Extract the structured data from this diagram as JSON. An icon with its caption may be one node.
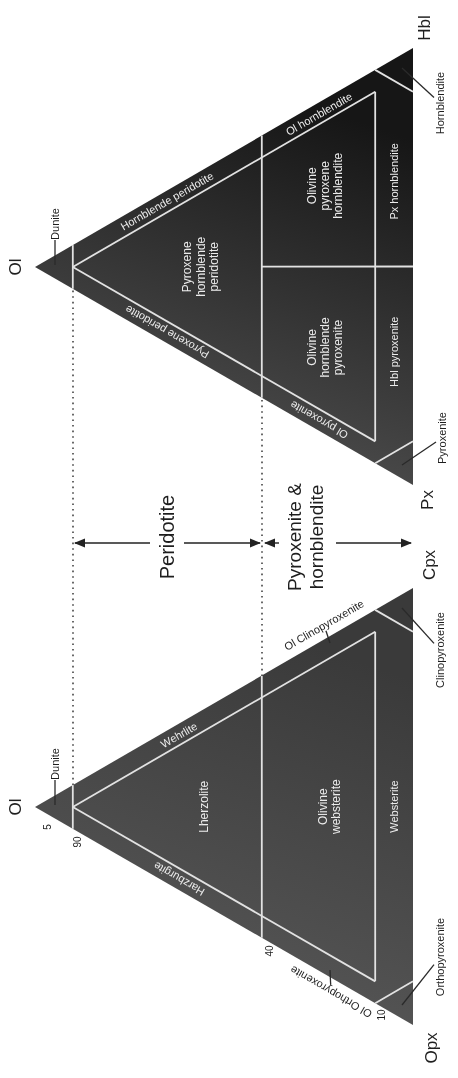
{
  "diagram": {
    "nodes": [
      {
        "text": [],
        "shape": "triangle"
      },
      {
        "text": [
          "Harzburgite"
        ],
        "in": 0
      },
      {
        "text": [
          "Wehrlite"
        ],
        "in": 0
      },
      {
        "text": [
          "Lherzolite"
        ],
        "in": 0
      },
      {
        "text": [
          "Olivine websterite"
        ],
        "in": 0
      },
      {
        "text": [
          "Websterite"
        ],
        "in": 0
      },
      {
        "text": [
          "Dunite"
        ]
      },
      {
        "text": [
          "Ol Orthopyroxenite"
        ]
      },
      {
        "text": [
          "Ol Clinopyroxenite"
        ]
      },
      {
        "text": [
          "Orthopyroxenite"
        ]
      },
      {
        "text": [
          "Clinopyroxenite"
        ]
      },
      {
        "text": [],
        "shape": "triangle"
      },
      {
        "text": [
          "Hornblende peridotite"
        ],
        "in": 11
      },
      {
        "text": [
          "Ol hornblendite"
        ],
        "in": 11
      },
      {
        "text": [
          "Pyroxene peridotite"
        ],
        "in": 11
      },
      {
        "text": [
          "Ol pyroxenite"
        ],
        "in": 11
      },
      {
        "text": [
          "Pyroxene hornblende peridotite"
        ],
        "in": 11
      },
      {
        "text": [
          "Olivine pyroxene hornblendite"
        ],
        "in": 11
      },
      {
        "text": [
          "Olivine hornblende pyroxenite"
        ],
        "in": 11
      },
      {
        "text": [
          "Px hornblendite"
        ],
        "in": 11
      },
      {
        "text": [
          "Hbl pyroxenite"
        ],
        "in": 11
      },
      {
        "text": [
          "Dunite"
        ]
      },
      {
        "text": [
          "Pyroxenite"
        ]
      },
      {
        "text": [
          "Hornblendite"
        ]
      }
    ],
    "edges": [
      {
        "from": 6,
        "to": 0,
        "arrow": "none"
      },
      {
        "from": 7,
        "to": 0,
        "arrow": "none"
      },
      {
        "from": 8,
        "to": 0,
        "arrow": "none"
      },
      {
        "from": 9,
        "to": 0,
        "arrow": "none"
      },
      {
        "from": 10,
        "to": 0,
        "arrow": "none"
      },
      {
        "from": 21,
        "to": 11,
        "arrow": "none"
      },
      {
        "from": 22,
        "to": 11,
        "arrow": "none"
      },
      {
        "from": 23,
        "to": 11,
        "arrow": "none"
      }
    ],
    "labels": [
      "Ol",
      "5",
      "90",
      "40",
      "10",
      "Opx",
      "Cpx",
      "Peridotite",
      "Pyroxenite & hornblendite",
      "Ol",
      "Px",
      "Hbl"
    ]
  }
}
